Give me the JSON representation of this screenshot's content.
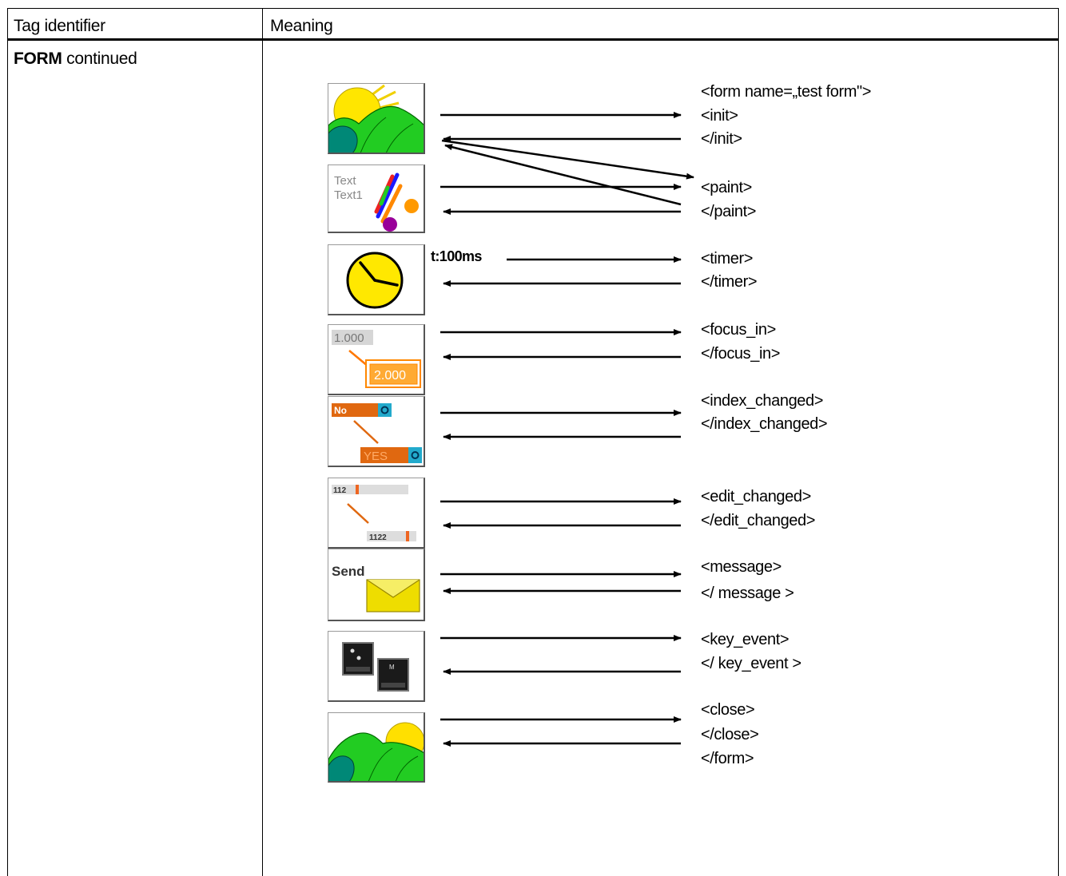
{
  "table": {
    "header": {
      "col1": "Tag identifier",
      "col2": "Meaning"
    },
    "row": {
      "label_bold": "FORM",
      "label_rest": " continued"
    }
  },
  "diagram": {
    "timer_annotation": "t:100ms",
    "icons": [
      {
        "name": "landscape-sun-icon"
      },
      {
        "name": "text-paint-icon",
        "texts": [
          "Text",
          "Text1"
        ]
      },
      {
        "name": "clock-icon"
      },
      {
        "name": "focus-numbers-icon",
        "texts": [
          "1.000",
          "2.000"
        ]
      },
      {
        "name": "index-changed-icon",
        "texts": [
          "No",
          "YES"
        ]
      },
      {
        "name": "edit-changed-icon",
        "texts": [
          "112",
          "1122"
        ]
      },
      {
        "name": "send-envelope-icon",
        "texts": [
          "Send"
        ]
      },
      {
        "name": "keyboard-keys-icon"
      },
      {
        "name": "landscape-close-icon"
      }
    ],
    "tags": [
      "<form name=„test form\">",
      "<init>",
      "</init>",
      "<paint>",
      "</paint>",
      "<timer>",
      "</timer>",
      "<focus_in>",
      "</focus_in>",
      "<index_changed>",
      "</index_changed>",
      "<edit_changed>",
      "</edit_changed>",
      "<message>",
      "</ message >",
      "<key_event>",
      "</ key_event >",
      "<close>",
      "</close>",
      "</form>"
    ]
  }
}
